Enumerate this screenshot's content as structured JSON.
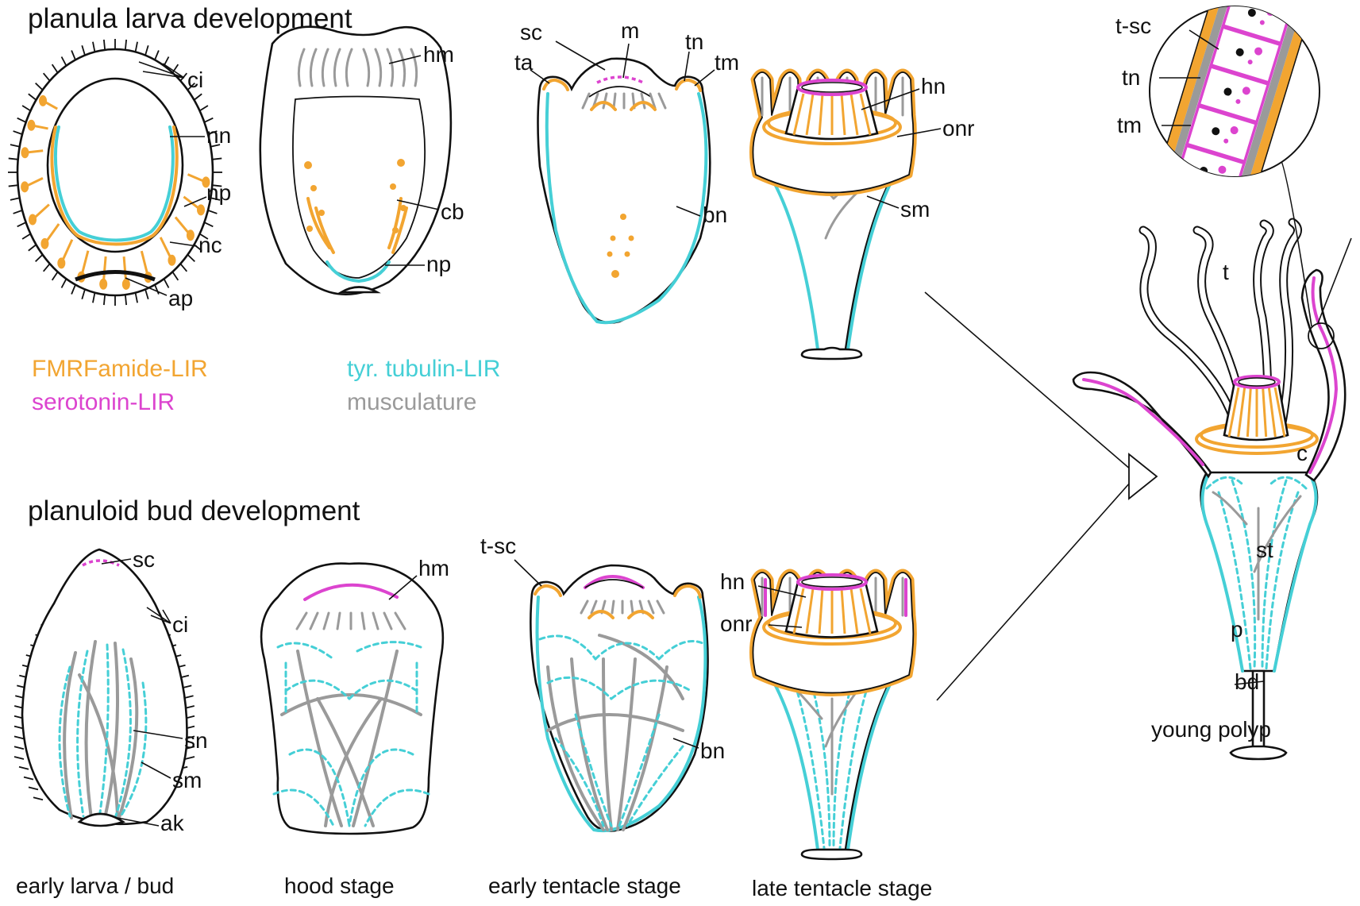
{
  "titles": {
    "larva": "planula larva development",
    "bud": "planuloid bud development"
  },
  "legend": {
    "fmrfamide": "FMRFamide-LIR",
    "serotonin": "serotonin-LIR",
    "tubulin": "tyr. tubulin-LIR",
    "musculature": "musculature"
  },
  "colors": {
    "fmrfamide": "#f2a531",
    "serotonin": "#dc44cf",
    "tubulin": "#45cfd6",
    "musculature": "#9a9a9a"
  },
  "captions": {
    "early": "early larva / bud",
    "hood": "hood stage",
    "early_tentacle": "early tentacle stage",
    "late_tentacle": "late tentacle stage",
    "polyp": "young polyp"
  },
  "labels": {
    "ci": "ci",
    "nn": "nn",
    "np": "np",
    "nc": "nc",
    "ap": "ap",
    "hm": "hm",
    "cb": "cb",
    "sc": "sc",
    "m": "m",
    "ta": "ta",
    "tn": "tn",
    "tm": "tm",
    "bn": "bn",
    "hn": "hn",
    "onr": "onr",
    "sm": "sm",
    "t_sc": "t-sc",
    "t": "t",
    "c": "c",
    "st": "st",
    "p": "p",
    "bd": "bd",
    "sn": "sn",
    "ak": "ak"
  }
}
